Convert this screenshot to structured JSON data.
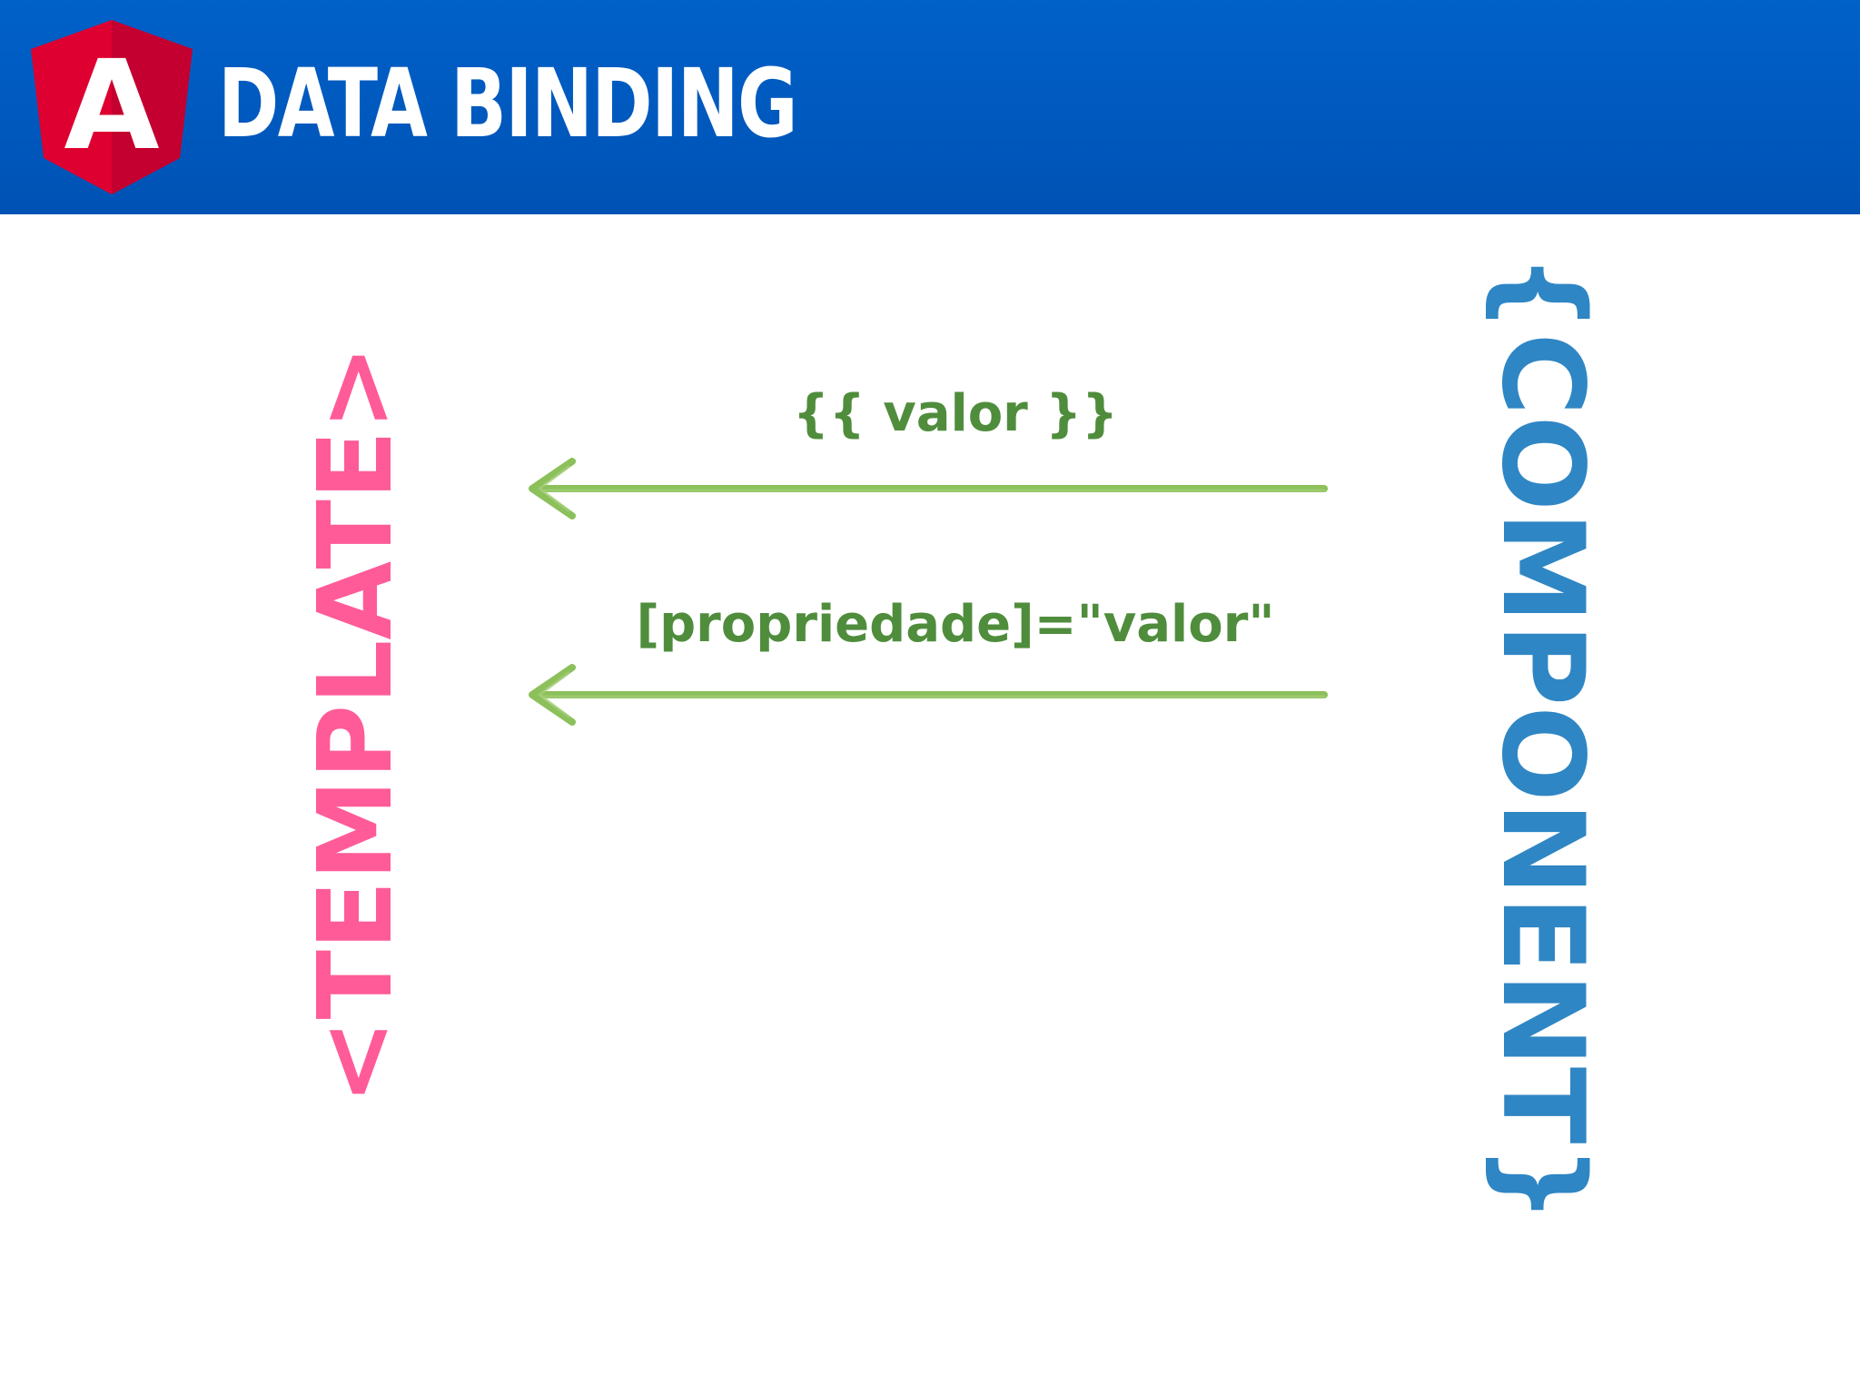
{
  "header": {
    "title": "DATA BINDING",
    "logo_letter": "A",
    "background_color": "#0058bd",
    "logo_icon": "angular-shield-icon",
    "logo_colors": [
      "#dd0031",
      "#c3002f",
      "#ffffff"
    ]
  },
  "diagram": {
    "template_label": "<TEMPLATE>",
    "component_label": "{COMPONENT}",
    "template_color": "#ff5b99",
    "component_color": "#2f86c4",
    "bindings": [
      {
        "label": "{{ valor }}",
        "direction": "component-to-template",
        "color": "#8cc05a"
      },
      {
        "label": "[propriedade]=\"valor\"",
        "direction": "component-to-template",
        "color": "#8cc05a"
      }
    ]
  }
}
